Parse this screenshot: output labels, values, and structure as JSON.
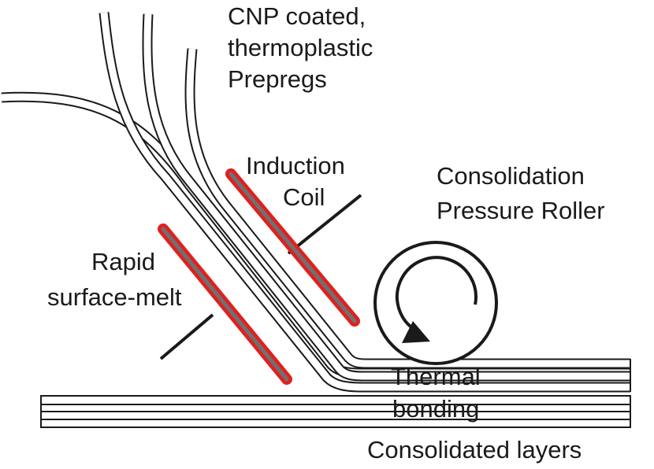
{
  "labels": {
    "prepregs": [
      "CNP coated,",
      "thermoplastic",
      "Prepregs"
    ],
    "induction_coil": [
      "Induction",
      "Coil"
    ],
    "roller": [
      "Consolidation",
      "Pressure Roller"
    ],
    "surface_melt": [
      "Rapid",
      "surface-melt"
    ],
    "thermal_bonding": [
      "Thermal",
      "bonding"
    ],
    "consolidated": "Consolidated layers"
  },
  "colors": {
    "coil_outer": "#e02020",
    "coil_inner": "#707070",
    "line": "#1a1a1a"
  }
}
